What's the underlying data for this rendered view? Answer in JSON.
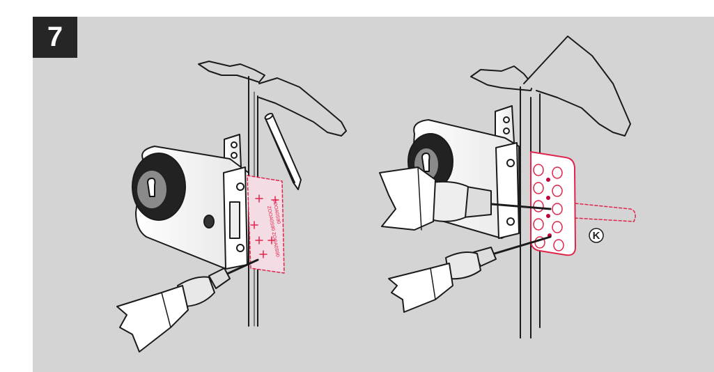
{
  "step": {
    "number": "7"
  },
  "callout": {
    "label": "K"
  },
  "template_text": [
    "ZOOA0S90",
    "ZOOA0S90 ZOOA0S90"
  ],
  "colors": {
    "background_panel": "#d4d4d4",
    "step_box": "#262626",
    "line": "#1a1a1a",
    "template_red": "#e0254a",
    "template_fill": "#f3dce3"
  }
}
